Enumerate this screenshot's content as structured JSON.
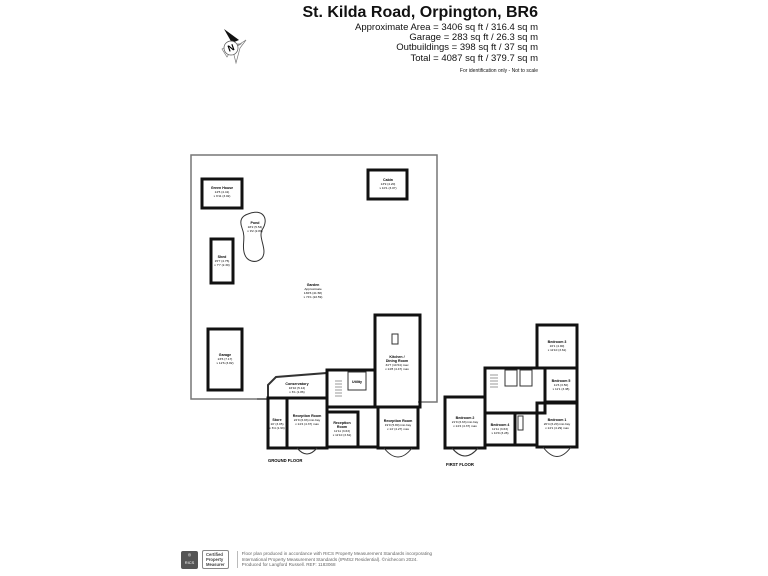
{
  "header": {
    "title": "St. Kilda Road, Orpington, BR6",
    "areas": [
      "Approximate Area = 3406 sq ft / 316.4 sq m",
      "Garage = 283 sq ft / 26.3 sq m",
      "Outbuildings = 398 sq ft / 37 sq m",
      "Total = 4087 sq ft / 379.7 sq m"
    ],
    "note": "For identification only - Not to scale"
  },
  "compass": {
    "label": "N"
  },
  "rooms": {
    "green_house": {
      "name": "Green House",
      "dims": [
        "14'5 (4.41)",
        "x 9'11 (3.02)"
      ]
    },
    "cabin": {
      "name": "Cabin",
      "dims": [
        "13'9 (4.20)",
        "x 10'1 (3.07)"
      ]
    },
    "pond": {
      "name": "Pond",
      "dims": [
        "18'2 (5.54)",
        "x 9'2 (2.80)"
      ]
    },
    "shed": {
      "name": "Shed",
      "dims": [
        "15'7 (4.75)",
        "x 7'7 (2.30)"
      ]
    },
    "garden": {
      "name": "Garden",
      "sub": "Approximate",
      "dims": [
        "136'6 (41.58)",
        "x 74'1 (22.59)"
      ]
    },
    "garage": {
      "name": "Garage",
      "dims": [
        "23'6 (7.17)",
        "x 12'6 (3.82)"
      ]
    },
    "conservatory": {
      "name": "Conservatory",
      "dims": [
        "16'10 (5.12)",
        "x 6'1 (1.86)"
      ]
    },
    "utility": {
      "name": "Utility"
    },
    "kitchen": {
      "name": "Kitchen /",
      "name2": "Dining Room",
      "dims": [
        "34'7 (10.54) max",
        "x 14'8 (4.47) max"
      ]
    },
    "store": {
      "name": "Store",
      "dims": [
        "10' (3.05)",
        "x 6'4 (1.93)"
      ]
    },
    "reception1": {
      "name": "Reception Room",
      "dims": [
        "22'9 (6.93) into bay",
        "x 14'4 (4.37) max"
      ]
    },
    "reception2": {
      "name": "Reception",
      "name2": "Room",
      "dims": [
        "11'11 (3.63)",
        "x 11'10 (3.61)"
      ]
    },
    "reception3": {
      "name": "Reception Room",
      "dims": [
        "19'0 (5.80) into bay",
        "x 14' (4.27) max"
      ]
    },
    "bedroom3": {
      "name": "Bedroom 3",
      "dims": [
        "16'1 (4.90)",
        "x 11'10 (3.61)"
      ]
    },
    "bedroom5": {
      "name": "Bedroom 5",
      "dims": [
        "11'6 (3.50)",
        "x 11'1 (3.38)"
      ]
    },
    "bedroom2": {
      "name": "Bedroom 2",
      "dims": [
        "21'9 (6.63) into bay",
        "x 14'4 (4.37) max"
      ]
    },
    "bedroom4": {
      "name": "Bedroom 4",
      "dims": [
        "11'11 (3.63)",
        "x 10'9 (3.28)"
      ]
    },
    "bedroom1": {
      "name": "Bedroom 1",
      "dims": [
        "20'4 (6.20) into bay",
        "x 14'1 (4.29) max"
      ]
    }
  },
  "floors": {
    "ground": "GROUND FLOOR",
    "first": "FIRST FLOOR"
  },
  "footer": {
    "rics_logo": "RICS",
    "cert": [
      "Certified",
      "Property",
      "Measurer"
    ],
    "lines": [
      "Floor plan produced in accordance with RICS Property Measurement Standards incorporating",
      "International Property Measurement Standards (IPMS2 Residential). ©nichecom 2024.",
      "Produced for Langford Russell.   REF: 1183068"
    ]
  }
}
